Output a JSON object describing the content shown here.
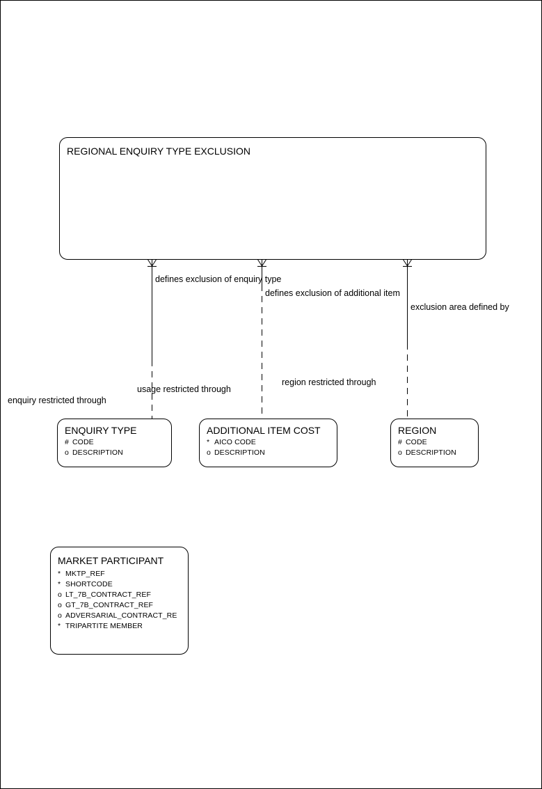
{
  "diagram": {
    "title": "REGIONAL ENQUIRY TYPE EXCLUSION",
    "stroke_color": "#000000",
    "background_color": "#ffffff"
  },
  "entities": {
    "regional_enquiry_type_exclusion": {
      "name": "REGIONAL ENQUIRY TYPE EXCLUSION",
      "attributes": []
    },
    "enquiry_type": {
      "name": "ENQUIRY TYPE",
      "attributes": [
        {
          "marker": "#",
          "text": "CODE"
        },
        {
          "marker": "o",
          "text": "DESCRIPTION"
        }
      ]
    },
    "additional_item_cost": {
      "name": "ADDITIONAL ITEM COST",
      "attributes": [
        {
          "marker": "*",
          "text": "AICO CODE"
        },
        {
          "marker": "o",
          "text": "DESCRIPTION"
        }
      ]
    },
    "region": {
      "name": "REGION",
      "attributes": [
        {
          "marker": "#",
          "text": "CODE"
        },
        {
          "marker": "o",
          "text": "DESCRIPTION"
        }
      ]
    },
    "market_participant": {
      "name": "MARKET PARTICIPANT",
      "attributes": [
        {
          "marker": "*",
          "text": "MKTP_REF"
        },
        {
          "marker": "*",
          "text": "SHORTCODE"
        },
        {
          "marker": "o",
          "text": "LT_7B_CONTRACT_REF"
        },
        {
          "marker": "o",
          "text": "GT_7B_CONTRACT_REF"
        },
        {
          "marker": "o",
          "text": "ADVERSARIAL_CONTRACT_RE"
        },
        {
          "marker": "*",
          "text": "TRIPARTITE MEMBER"
        }
      ]
    }
  },
  "relationships": [
    {
      "id": "rel-defines-exclusion-of-enquiry-type",
      "label": "defines exclusion of enquiry type"
    },
    {
      "id": "rel-defines-exclusion-of-additional-item",
      "label": "defines exclusion of additional item"
    },
    {
      "id": "rel-exclusion-area-defined-by",
      "label": "exclusion area defined by"
    },
    {
      "id": "rel-enquiry-restricted-through",
      "label": "enquiry restricted through"
    },
    {
      "id": "rel-usage-restricted-through",
      "label": "usage restricted through"
    },
    {
      "id": "rel-region-restricted-through",
      "label": "region restricted through"
    }
  ]
}
